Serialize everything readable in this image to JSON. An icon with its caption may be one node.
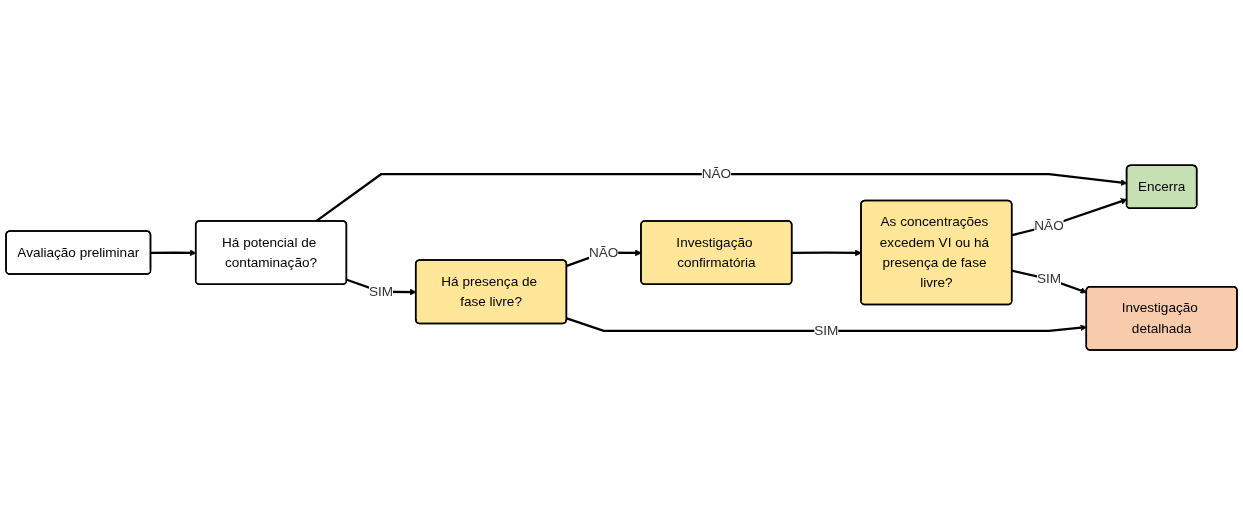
{
  "diagram": {
    "nodes": [
      {
        "text": [
          "Avaliação preliminar"
        ]
      },
      {
        "text": [
          "Há potencial de contaminação?"
        ]
      },
      {
        "text": [
          "Encerra"
        ]
      },
      {
        "text": [
          "Há presença de fase livre?"
        ]
      },
      {
        "text": [
          "Investigação confirmatória"
        ]
      },
      {
        "text": [
          "As concentrações excedem VI ou há presença de fase livre?"
        ]
      },
      {
        "text": [
          "Investigação detalhada"
        ]
      }
    ],
    "edges": [
      {
        "from": 0,
        "to": 1,
        "arrow": "to"
      },
      {
        "from": 1,
        "to": 2,
        "arrow": "to",
        "label": "NÃO"
      },
      {
        "from": 1,
        "to": 3,
        "arrow": "to",
        "label": "SIM"
      },
      {
        "from": 3,
        "to": 4,
        "arrow": "to",
        "label": "NÃO"
      },
      {
        "from": 3,
        "to": 6,
        "arrow": "to",
        "label": "SIM"
      },
      {
        "from": 4,
        "to": 5,
        "arrow": "to"
      },
      {
        "from": 5,
        "to": 2,
        "arrow": "to",
        "label": "NÃO"
      },
      {
        "from": 5,
        "to": 6,
        "arrow": "to",
        "label": "SIM"
      }
    ]
  }
}
